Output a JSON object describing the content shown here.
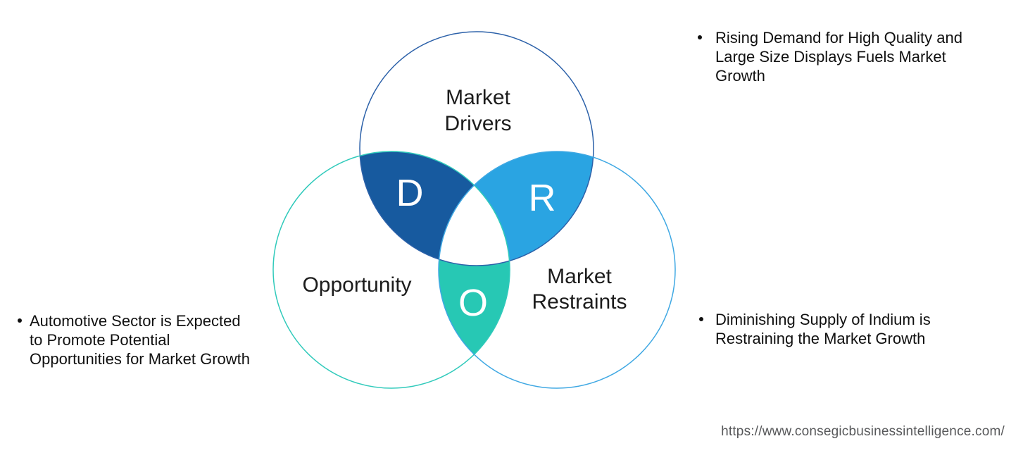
{
  "diagram": {
    "drivers": {
      "label_line1": "Market",
      "label_line2": "Drivers",
      "stroke": "#2c61a9"
    },
    "opportunity": {
      "label": "Opportunity",
      "stroke": "#30cabb"
    },
    "restraints": {
      "label_line1": "Market",
      "label_line2": "Restraints",
      "stroke": "#3fa8e3"
    },
    "d": {
      "letter": "D",
      "fill": "#175a9f"
    },
    "r": {
      "letter": "R",
      "fill": "#2aa4e2"
    },
    "o": {
      "letter": "O",
      "fill": "#27c8b4"
    }
  },
  "notes": {
    "driver": {
      "lines": [
        "Rising Demand for High Quality and",
        "Large Size Displays Fuels Market",
        "Growth"
      ]
    },
    "opportunity": {
      "lines": [
        "Automotive Sector is Expected",
        "to Promote Potential",
        "Opportunities for Market Growth"
      ]
    },
    "restraint": {
      "lines": [
        "Diminishing Supply of Indium is",
        "Restraining the Market Growth"
      ]
    }
  },
  "footer": {
    "source_url": "https://www.consegicbusinessintelligence.com/"
  }
}
